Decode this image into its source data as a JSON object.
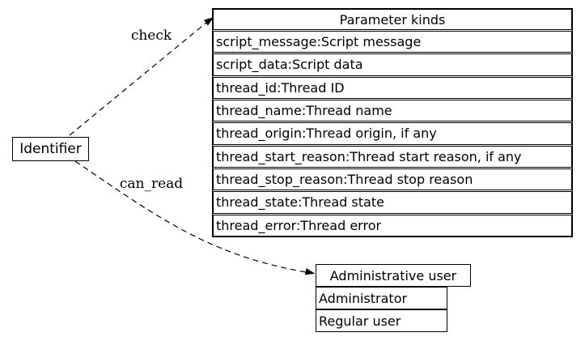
{
  "colors": {
    "background": "#ffffff",
    "node_border": "#000000",
    "text": "#000000",
    "edge": "#000000"
  },
  "nodes": {
    "identifier": {
      "label": "Identifier"
    },
    "parameter_kinds": {
      "title": "Parameter kinds",
      "rows": [
        "script_message:Script message",
        "script_data:Script data",
        "thread_id:Thread ID",
        "thread_name:Thread name",
        "thread_origin:Thread origin, if any",
        "thread_start_reason:Thread start reason, if any",
        "thread_stop_reason:Thread stop reason",
        "thread_state:Thread state",
        "thread_error:Thread error"
      ]
    },
    "administrative_user": {
      "title": "Administrative user",
      "rows": [
        "Administrator",
        "Regular user"
      ]
    }
  },
  "edges": [
    {
      "label": "check",
      "from": "identifier",
      "to": "parameter_kinds",
      "style": "dashed"
    },
    {
      "label": "can_read",
      "from": "identifier",
      "to": "administrative_user",
      "style": "dashed"
    }
  ]
}
